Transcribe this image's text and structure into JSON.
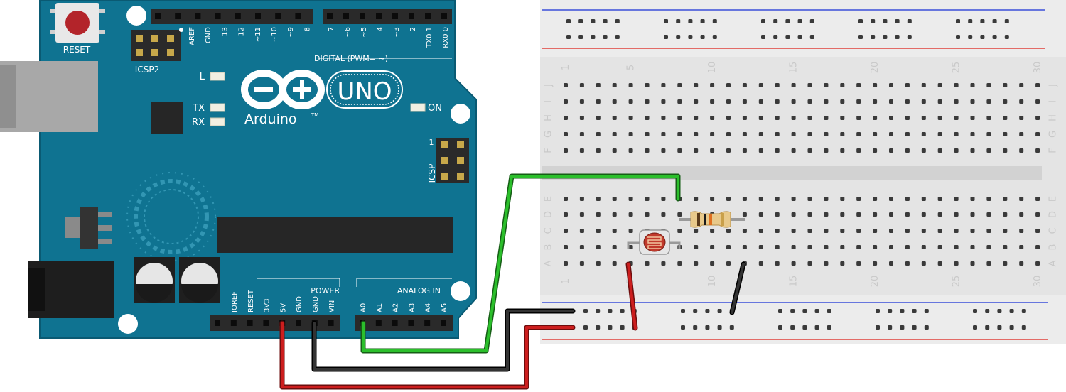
{
  "arduino": {
    "logo_text": "Arduino",
    "model": "UNO",
    "trademark": "TM",
    "reset_label": "RESET",
    "icsp2_label": "ICSP2",
    "icsp_label": "ICSP",
    "icsp_pin1": "1",
    "led_l": "L",
    "led_tx": "TX",
    "led_rx": "RX",
    "led_on": "ON",
    "digital_header_label": "DIGITAL (PWM= ~)",
    "digital_pins_left": [
      "AREF",
      "GND",
      "13",
      "12",
      "~11",
      "~10",
      "~9",
      "8"
    ],
    "digital_pins_right": [
      "7",
      "~6",
      "~5",
      "4",
      "~3",
      "2",
      "TX0 1",
      "RX0 0"
    ],
    "power_label": "POWER",
    "power_pins": [
      "IOREF",
      "RESET",
      "3V3",
      "5V",
      "GND",
      "GND",
      "VIN"
    ],
    "analog_label": "ANALOG IN",
    "analog_pins": [
      "A0",
      "A1",
      "A2",
      "A3",
      "A4",
      "A5"
    ],
    "colors": {
      "board": "#0f7391",
      "board_edge": "#0a5a73",
      "header": "#2a2a2a",
      "logo": "#ffffff"
    }
  },
  "breadboard": {
    "column_numbers": [
      "1",
      "5",
      "10",
      "15",
      "20",
      "25",
      "30"
    ],
    "rows_top": [
      "J",
      "I",
      "H",
      "G",
      "F"
    ],
    "rows_bottom": [
      "E",
      "D",
      "C",
      "B",
      "A"
    ],
    "colors": {
      "body": "#e6e6e6",
      "hole": "#3a3a3a",
      "rail_red": "#e0403b",
      "rail_blue": "#3b4fd9"
    }
  },
  "components": {
    "resistor": "resistor",
    "photoresistor": "photoresistor",
    "wire_colors": {
      "signal": "#2bbf2b",
      "ground": "#222222",
      "power": "#cc1e1e"
    }
  }
}
